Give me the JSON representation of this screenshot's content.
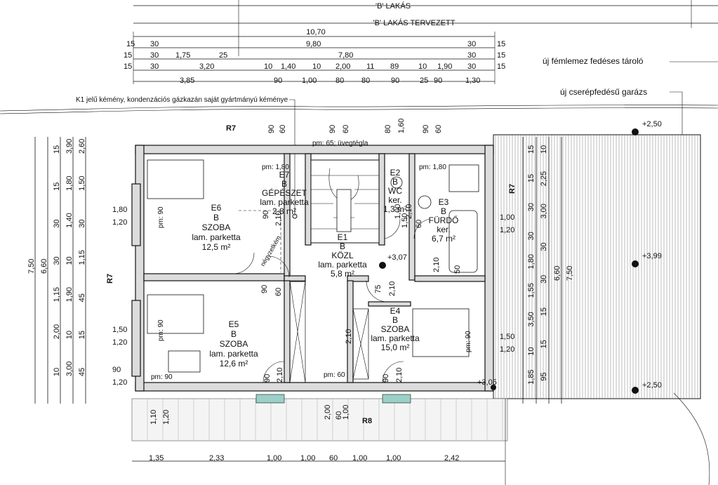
{
  "header": {
    "line1": "'B' LAKÁS",
    "line2": "'B' LAKÁS TERVEZETT"
  },
  "top_dims": {
    "total": "10,70",
    "row2": [
      "15",
      "30",
      "9,80",
      "30",
      "15"
    ],
    "row3": [
      "15",
      "30",
      "1,75",
      "25",
      "7,80",
      "30",
      "15"
    ],
    "row4": [
      "15",
      "30",
      "3,20",
      "10",
      "1,40",
      "10",
      "2,00",
      "11",
      "89",
      "10",
      "1,90",
      "30",
      "15"
    ],
    "row5": [
      "3,85",
      "90",
      "1,00",
      "80",
      "80",
      "90",
      "25",
      "90",
      "1,30"
    ]
  },
  "notes": {
    "storage": "új fémlemez fedéses tároló",
    "garage": "új cserépfedésű garázs",
    "chimney": "K1 jelű kémény, kondenzációs gázkazán saját gyártmányú kéménye"
  },
  "rooms": [
    {
      "id": "E6",
      "label": "E6",
      "unit": "B",
      "name": "SZOBA",
      "floor": "lam. parketta",
      "area": "12,5 m²"
    },
    {
      "id": "E7",
      "label": "E7",
      "unit": "B",
      "name": "GÉPÉSZET",
      "floor": "lam. parketta",
      "area": "2,8 m²"
    },
    {
      "id": "E1",
      "label": "E1",
      "unit": "B",
      "name": "KÖZL",
      "floor": "lam. parketta",
      "area": "5,8 m²"
    },
    {
      "id": "E2",
      "label": "E2",
      "unit": "B",
      "name": "WC",
      "floor": "ker.",
      "area": "1,3 m²"
    },
    {
      "id": "E3",
      "label": "E3",
      "unit": "B",
      "name": "FÜRDŐ",
      "floor": "ker.",
      "area": "6,7 m²"
    },
    {
      "id": "E5",
      "label": "E5",
      "unit": "B",
      "name": "SZOBA",
      "floor": "lam. parketta",
      "area": "12,6 m²"
    },
    {
      "id": "E4",
      "label": "E4",
      "unit": "B",
      "name": "SZOBA",
      "floor": "lam. parketta",
      "area": "15,0 m²"
    }
  ],
  "marks": {
    "r7_top": "R7",
    "r7_left": "R7",
    "r7_right": "R7",
    "r8": "R8",
    "glass_note": "pm: 65; üvegtégla",
    "pm_e7": "pm: 1,80",
    "pm_e3": "pm: 1,80",
    "pm_left1": "pm: 90",
    "pm_left2": "pm: 90",
    "pm_left3": "pm: 90",
    "pm_mid": "pm: 60",
    "pm_right": "pm: 90",
    "chimney_box": "négyzetkém."
  },
  "levels": {
    "top": "+2,50",
    "mid": "+3,99",
    "bot": "+2,50",
    "hall": "+3,07",
    "stair_bottom": "+3,05"
  },
  "left_dims": {
    "outer": "7,50",
    "inner": "6,60",
    "col1": [
      "15",
      "15",
      "30",
      "30",
      "1,15",
      "2,00",
      "10",
      "3,90",
      "1,80",
      "1,40",
      "10",
      "1,90",
      "10",
      "3,00",
      "2,60",
      "1,50",
      "30",
      "1,15",
      "45",
      "15",
      "45"
    ],
    "windows": [
      [
        "1,80",
        "1,20"
      ],
      [
        "1,50",
        "1,20"
      ],
      [
        "90",
        "1,20"
      ],
      [
        "1,10",
        "1,20"
      ]
    ]
  },
  "right_dims": {
    "outer": "7,50",
    "inner": "6,60",
    "col": [
      "15",
      "15",
      "30",
      "30",
      "1,80",
      "1,55",
      "3,50",
      "10",
      "1,85",
      "10",
      "2,25",
      "3,00",
      "30",
      "30",
      "15",
      "15",
      "95"
    ],
    "windows": [
      [
        "1,00",
        "1,20"
      ],
      [
        "1,50",
        "1,20"
      ]
    ]
  },
  "door_dims": [
    "90",
    "60",
    "90",
    "60",
    "80",
    "1,60",
    "90",
    "60",
    "90",
    "60",
    "75",
    "2,10",
    "90",
    "2,10",
    "90",
    "2,10",
    "90",
    "2,10",
    "1,00",
    "2,10",
    "1,00",
    "2,10",
    "2,00",
    "60",
    "1,50",
    "60",
    "2,10",
    "50"
  ],
  "bottom_dims": [
    "1,35",
    "2,33",
    "1,00",
    "1,00",
    "60",
    "1,00",
    "1,00",
    "2,42"
  ]
}
